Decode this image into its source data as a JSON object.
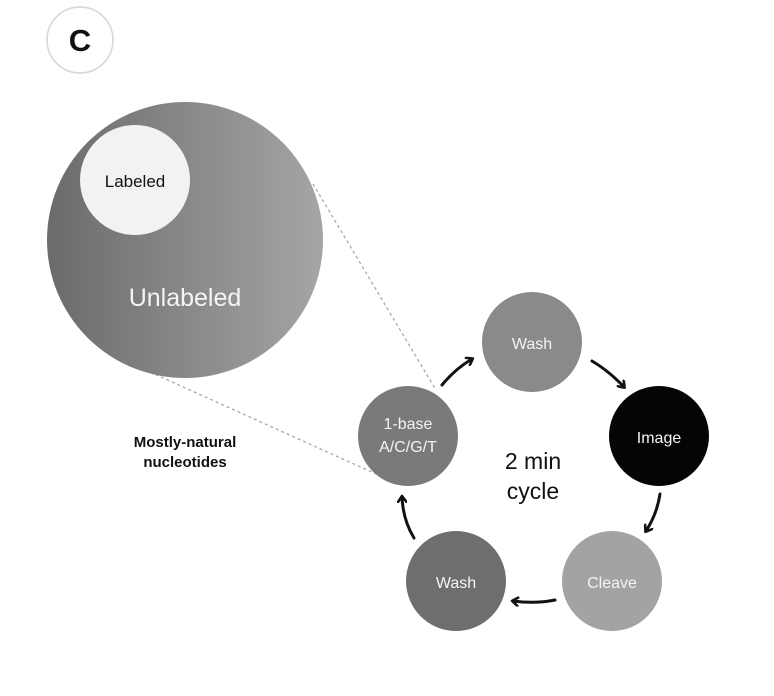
{
  "panel_label": "C",
  "zoom": {
    "outer_label": "Unlabeled",
    "inner_label": "Labeled",
    "caption_line1": "Mostly-natural",
    "caption_line2": "nucleotides"
  },
  "cycle": {
    "center_line1": "2 min",
    "center_line2": "cycle",
    "steps": [
      {
        "id": "one-base",
        "line1": "1-base",
        "line2": "A/C/G/T",
        "color": "#7a7a7a"
      },
      {
        "id": "wash-top",
        "line1": "Wash",
        "line2": "",
        "color": "#8a8a8a"
      },
      {
        "id": "image",
        "line1": "Image",
        "line2": "",
        "color": "#050505"
      },
      {
        "id": "cleave",
        "line1": "Cleave",
        "line2": "",
        "color": "#a3a3a3"
      },
      {
        "id": "wash-bottom",
        "line1": "Wash",
        "line2": "",
        "color": "#6e6e6e"
      }
    ]
  },
  "colors": {
    "outer_circle_dark": "#6b6b6b",
    "outer_circle_light": "#a5a5a5",
    "inner_circle": "#f2f2f2",
    "arrow": "#111111",
    "zoom_line": "#a8a8a8"
  }
}
